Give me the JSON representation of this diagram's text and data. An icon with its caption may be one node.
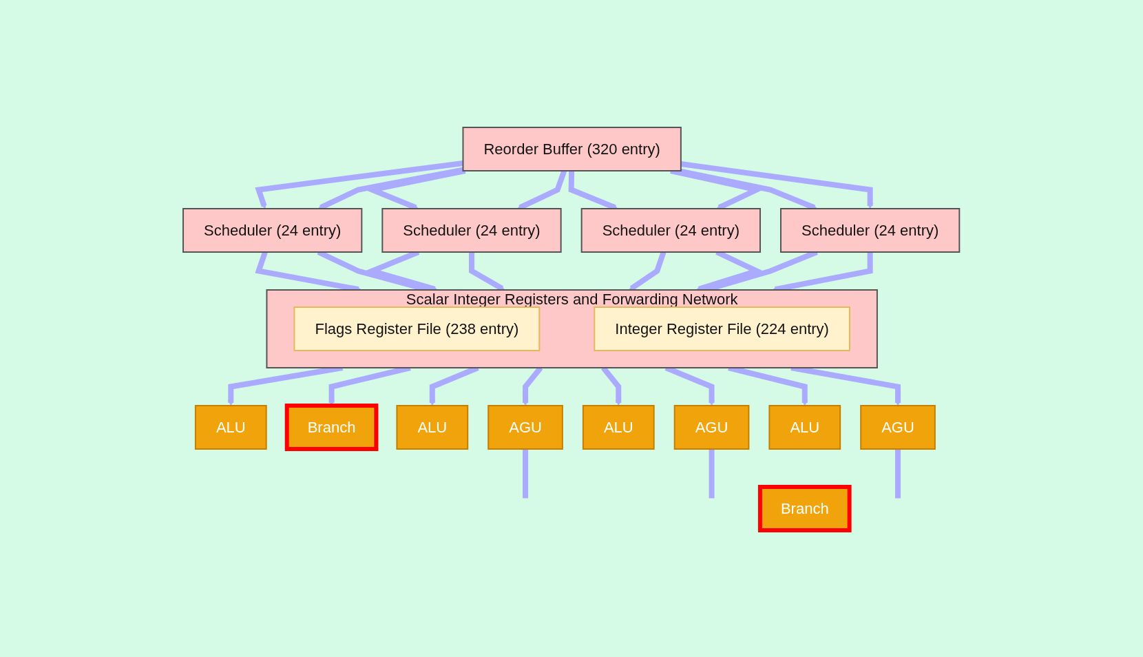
{
  "diagram": {
    "nodes": [
      {
        "text": [
          "Reorder Buffer (320 entry)"
        ]
      },
      {
        "text": [
          "Scheduler (24 entry)"
        ]
      },
      {
        "text": [
          "Scheduler (24 entry)"
        ]
      },
      {
        "text": [
          "Scheduler (24 entry)"
        ]
      },
      {
        "text": [
          "Scheduler (24 entry)"
        ]
      },
      {
        "text": [
          "Scalar Integer Registers and Forwarding Network"
        ]
      },
      {
        "text": [
          "Flags Register File (238 entry)"
        ],
        "in": 5
      },
      {
        "text": [
          "Integer Register File (224 entry)"
        ],
        "in": 5
      },
      {
        "text": [
          "ALU"
        ]
      },
      {
        "text": [
          "Branch"
        ]
      },
      {
        "text": [
          "ALU"
        ]
      },
      {
        "text": [
          "AGU"
        ]
      },
      {
        "text": [
          "ALU"
        ]
      },
      {
        "text": [
          "AGU"
        ]
      },
      {
        "text": [
          "ALU"
        ]
      },
      {
        "text": [
          "Branch"
        ]
      },
      {
        "text": [
          "AGU"
        ]
      }
    ],
    "edges": [
      {
        "from": 0,
        "to": 1,
        "arrow": "to"
      },
      {
        "from": 0,
        "to": 1,
        "arrow": "to"
      },
      {
        "from": 0,
        "to": 2,
        "arrow": "to"
      },
      {
        "from": 0,
        "to": 2,
        "arrow": "to"
      },
      {
        "from": 0,
        "to": 3,
        "arrow": "to"
      },
      {
        "from": 0,
        "to": 3,
        "arrow": "to"
      },
      {
        "from": 0,
        "to": 4,
        "arrow": "to"
      },
      {
        "from": 0,
        "to": 4,
        "arrow": "to"
      },
      {
        "from": 1,
        "to": 5,
        "arrow": "to"
      },
      {
        "from": 1,
        "to": 5,
        "arrow": "to"
      },
      {
        "from": 2,
        "to": 5,
        "arrow": "to"
      },
      {
        "from": 2,
        "to": 5,
        "arrow": "to"
      },
      {
        "from": 3,
        "to": 5,
        "arrow": "to"
      },
      {
        "from": 3,
        "to": 5,
        "arrow": "to"
      },
      {
        "from": 4,
        "to": 5,
        "arrow": "to"
      },
      {
        "from": 4,
        "to": 5,
        "arrow": "to"
      },
      {
        "from": 5,
        "to": 8,
        "arrow": "to"
      },
      {
        "from": 5,
        "to": 9,
        "arrow": "to"
      },
      {
        "from": 5,
        "to": 10,
        "arrow": "to"
      },
      {
        "from": 5,
        "to": 11,
        "arrow": "to"
      },
      {
        "from": 5,
        "to": 12,
        "arrow": "to"
      },
      {
        "from": 5,
        "to": 13,
        "arrow": "to"
      },
      {
        "from": 5,
        "to": 14,
        "arrow": "to"
      },
      {
        "from": 5,
        "to": 16,
        "arrow": "to"
      },
      {
        "from": 11,
        "to": null,
        "arrow": "none"
      },
      {
        "from": 13,
        "to": null,
        "arrow": "none"
      },
      {
        "from": 16,
        "to": null,
        "arrow": "none"
      }
    ]
  }
}
